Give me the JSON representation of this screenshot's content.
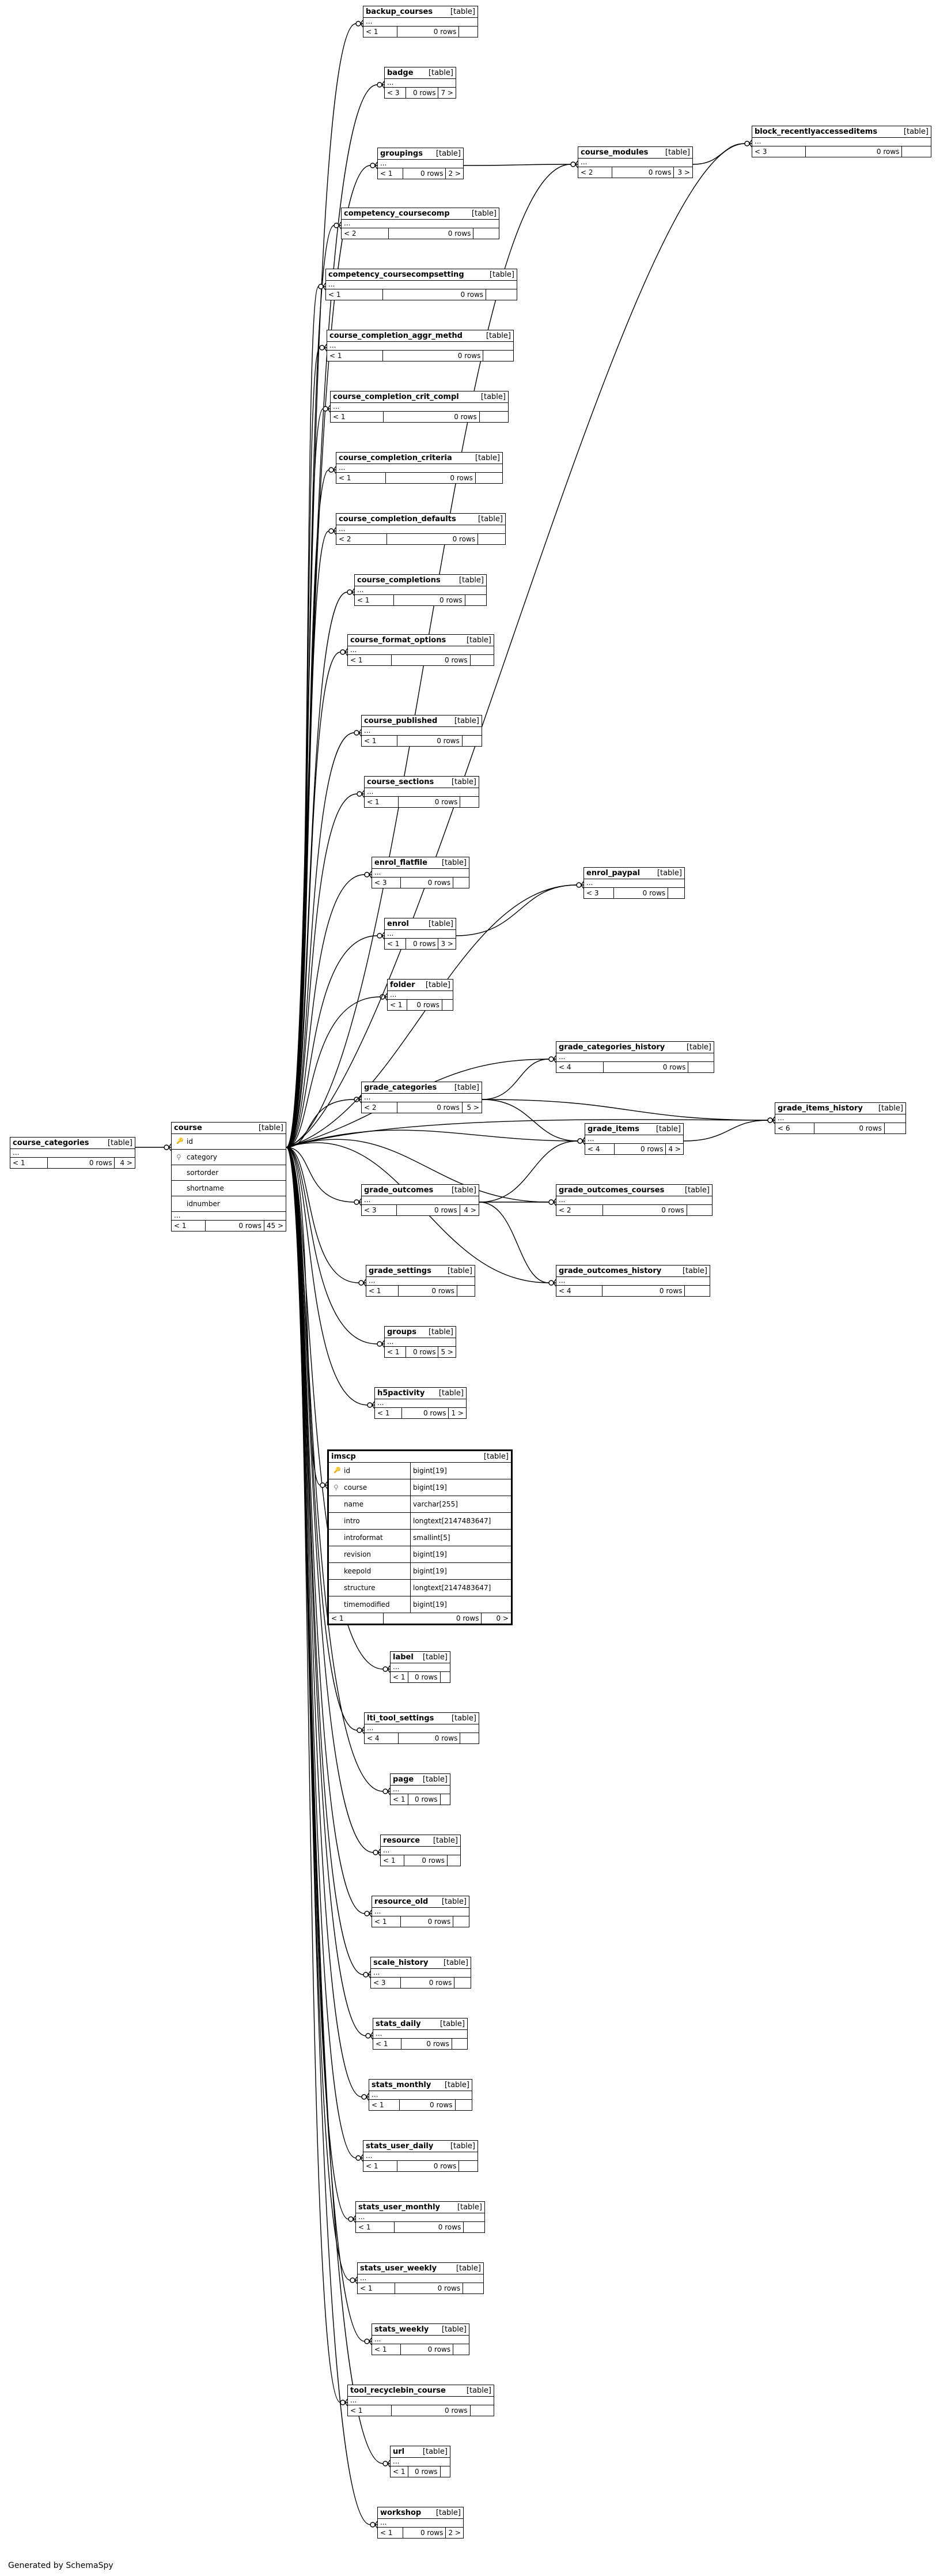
{
  "footer": "Generated by SchemaSpy",
  "table_tag": "[table]",
  "dots": "...",
  "tables": [
    {
      "name": "backup_courses",
      "left": "< 1",
      "rows": "0 rows",
      "right": ""
    },
    {
      "name": "badge",
      "left": "< 3",
      "rows": "0 rows",
      "right": "7 >"
    },
    {
      "name": "block_recentlyaccesseditems",
      "left": "< 3",
      "rows": "0 rows",
      "right": ""
    },
    {
      "name": "groupings",
      "left": "< 1",
      "rows": "0 rows",
      "right": "2 >"
    },
    {
      "name": "course_modules",
      "left": "< 2",
      "rows": "0 rows",
      "right": "3 >"
    },
    {
      "name": "competency_coursecomp",
      "left": "< 2",
      "rows": "0 rows",
      "right": ""
    },
    {
      "name": "competency_coursecompsetting",
      "left": "< 1",
      "rows": "0 rows",
      "right": ""
    },
    {
      "name": "course_completion_aggr_methd",
      "left": "< 1",
      "rows": "0 rows",
      "right": ""
    },
    {
      "name": "course_completion_crit_compl",
      "left": "< 1",
      "rows": "0 rows",
      "right": ""
    },
    {
      "name": "course_completion_criteria",
      "left": "< 1",
      "rows": "0 rows",
      "right": ""
    },
    {
      "name": "course_completion_defaults",
      "left": "< 2",
      "rows": "0 rows",
      "right": ""
    },
    {
      "name": "course_completions",
      "left": "< 1",
      "rows": "0 rows",
      "right": ""
    },
    {
      "name": "course_format_options",
      "left": "< 1",
      "rows": "0 rows",
      "right": ""
    },
    {
      "name": "course_published",
      "left": "< 1",
      "rows": "0 rows",
      "right": ""
    },
    {
      "name": "course_sections",
      "left": "< 1",
      "rows": "0 rows",
      "right": ""
    },
    {
      "name": "enrol_flatfile",
      "left": "< 3",
      "rows": "0 rows",
      "right": ""
    },
    {
      "name": "enrol_paypal",
      "left": "< 3",
      "rows": "0 rows",
      "right": ""
    },
    {
      "name": "enrol",
      "left": "< 1",
      "rows": "0 rows",
      "right": "3 >"
    },
    {
      "name": "folder",
      "left": "< 1",
      "rows": "0 rows",
      "right": ""
    },
    {
      "name": "grade_categories_history",
      "left": "< 4",
      "rows": "0 rows",
      "right": ""
    },
    {
      "name": "grade_categories",
      "left": "< 2",
      "rows": "0 rows",
      "right": "5 >"
    },
    {
      "name": "grade_items_history",
      "left": "< 6",
      "rows": "0 rows",
      "right": ""
    },
    {
      "name": "grade_items",
      "left": "< 4",
      "rows": "0 rows",
      "right": "4 >"
    },
    {
      "name": "course_categories",
      "left": "< 1",
      "rows": "0 rows",
      "right": "4 >"
    },
    {
      "name": "grade_outcomes",
      "left": "< 3",
      "rows": "0 rows",
      "right": "4 >"
    },
    {
      "name": "grade_outcomes_courses",
      "left": "< 2",
      "rows": "0 rows",
      "right": ""
    },
    {
      "name": "grade_settings",
      "left": "< 1",
      "rows": "0 rows",
      "right": ""
    },
    {
      "name": "grade_outcomes_history",
      "left": "< 4",
      "rows": "0 rows",
      "right": ""
    },
    {
      "name": "groups",
      "left": "< 1",
      "rows": "0 rows",
      "right": "5 >"
    },
    {
      "name": "h5pactivity",
      "left": "< 1",
      "rows": "0 rows",
      "right": "1 >"
    },
    {
      "name": "label",
      "left": "< 1",
      "rows": "0 rows",
      "right": ""
    },
    {
      "name": "lti_tool_settings",
      "left": "< 4",
      "rows": "0 rows",
      "right": ""
    },
    {
      "name": "page",
      "left": "< 1",
      "rows": "0 rows",
      "right": ""
    },
    {
      "name": "resource",
      "left": "< 1",
      "rows": "0 rows",
      "right": ""
    },
    {
      "name": "resource_old",
      "left": "< 1",
      "rows": "0 rows",
      "right": ""
    },
    {
      "name": "scale_history",
      "left": "< 3",
      "rows": "0 rows",
      "right": ""
    },
    {
      "name": "stats_daily",
      "left": "< 1",
      "rows": "0 rows",
      "right": ""
    },
    {
      "name": "stats_monthly",
      "left": "< 1",
      "rows": "0 rows",
      "right": ""
    },
    {
      "name": "stats_user_daily",
      "left": "< 1",
      "rows": "0 rows",
      "right": ""
    },
    {
      "name": "stats_user_monthly",
      "left": "< 1",
      "rows": "0 rows",
      "right": ""
    },
    {
      "name": "stats_user_weekly",
      "left": "< 1",
      "rows": "0 rows",
      "right": ""
    },
    {
      "name": "stats_weekly",
      "left": "< 1",
      "rows": "0 rows",
      "right": ""
    },
    {
      "name": "tool_recyclebin_course",
      "left": "< 1",
      "rows": "0 rows",
      "right": ""
    },
    {
      "name": "url",
      "left": "< 1",
      "rows": "0 rows",
      "right": ""
    },
    {
      "name": "workshop",
      "left": "< 1",
      "rows": "0 rows",
      "right": "2 >"
    }
  ],
  "course": {
    "name": "course",
    "columns": [
      {
        "name": "id",
        "key": "pk"
      },
      {
        "name": "category",
        "key": "fk"
      },
      {
        "name": "sortorder",
        "key": ""
      },
      {
        "name": "shortname",
        "key": ""
      },
      {
        "name": "idnumber",
        "key": ""
      }
    ],
    "left": "< 1",
    "rows": "0 rows",
    "right": "45 >"
  },
  "imscp": {
    "name": "imscp",
    "columns": [
      {
        "name": "id",
        "type": "bigint[19]",
        "key": "pk"
      },
      {
        "name": "course",
        "type": "bigint[19]",
        "key": "fk"
      },
      {
        "name": "name",
        "type": "varchar[255]",
        "key": ""
      },
      {
        "name": "intro",
        "type": "longtext[2147483647]",
        "key": ""
      },
      {
        "name": "introformat",
        "type": "smallint[5]",
        "key": ""
      },
      {
        "name": "revision",
        "type": "bigint[19]",
        "key": ""
      },
      {
        "name": "keepold",
        "type": "bigint[19]",
        "key": ""
      },
      {
        "name": "structure",
        "type": "longtext[2147483647]",
        "key": ""
      },
      {
        "name": "timemodified",
        "type": "bigint[19]",
        "key": ""
      }
    ],
    "left": "< 1",
    "rows": "0 rows",
    "right": "0 >"
  },
  "icons": {
    "primary_key": "key-icon",
    "foreign_key": "foreign-key-icon"
  }
}
